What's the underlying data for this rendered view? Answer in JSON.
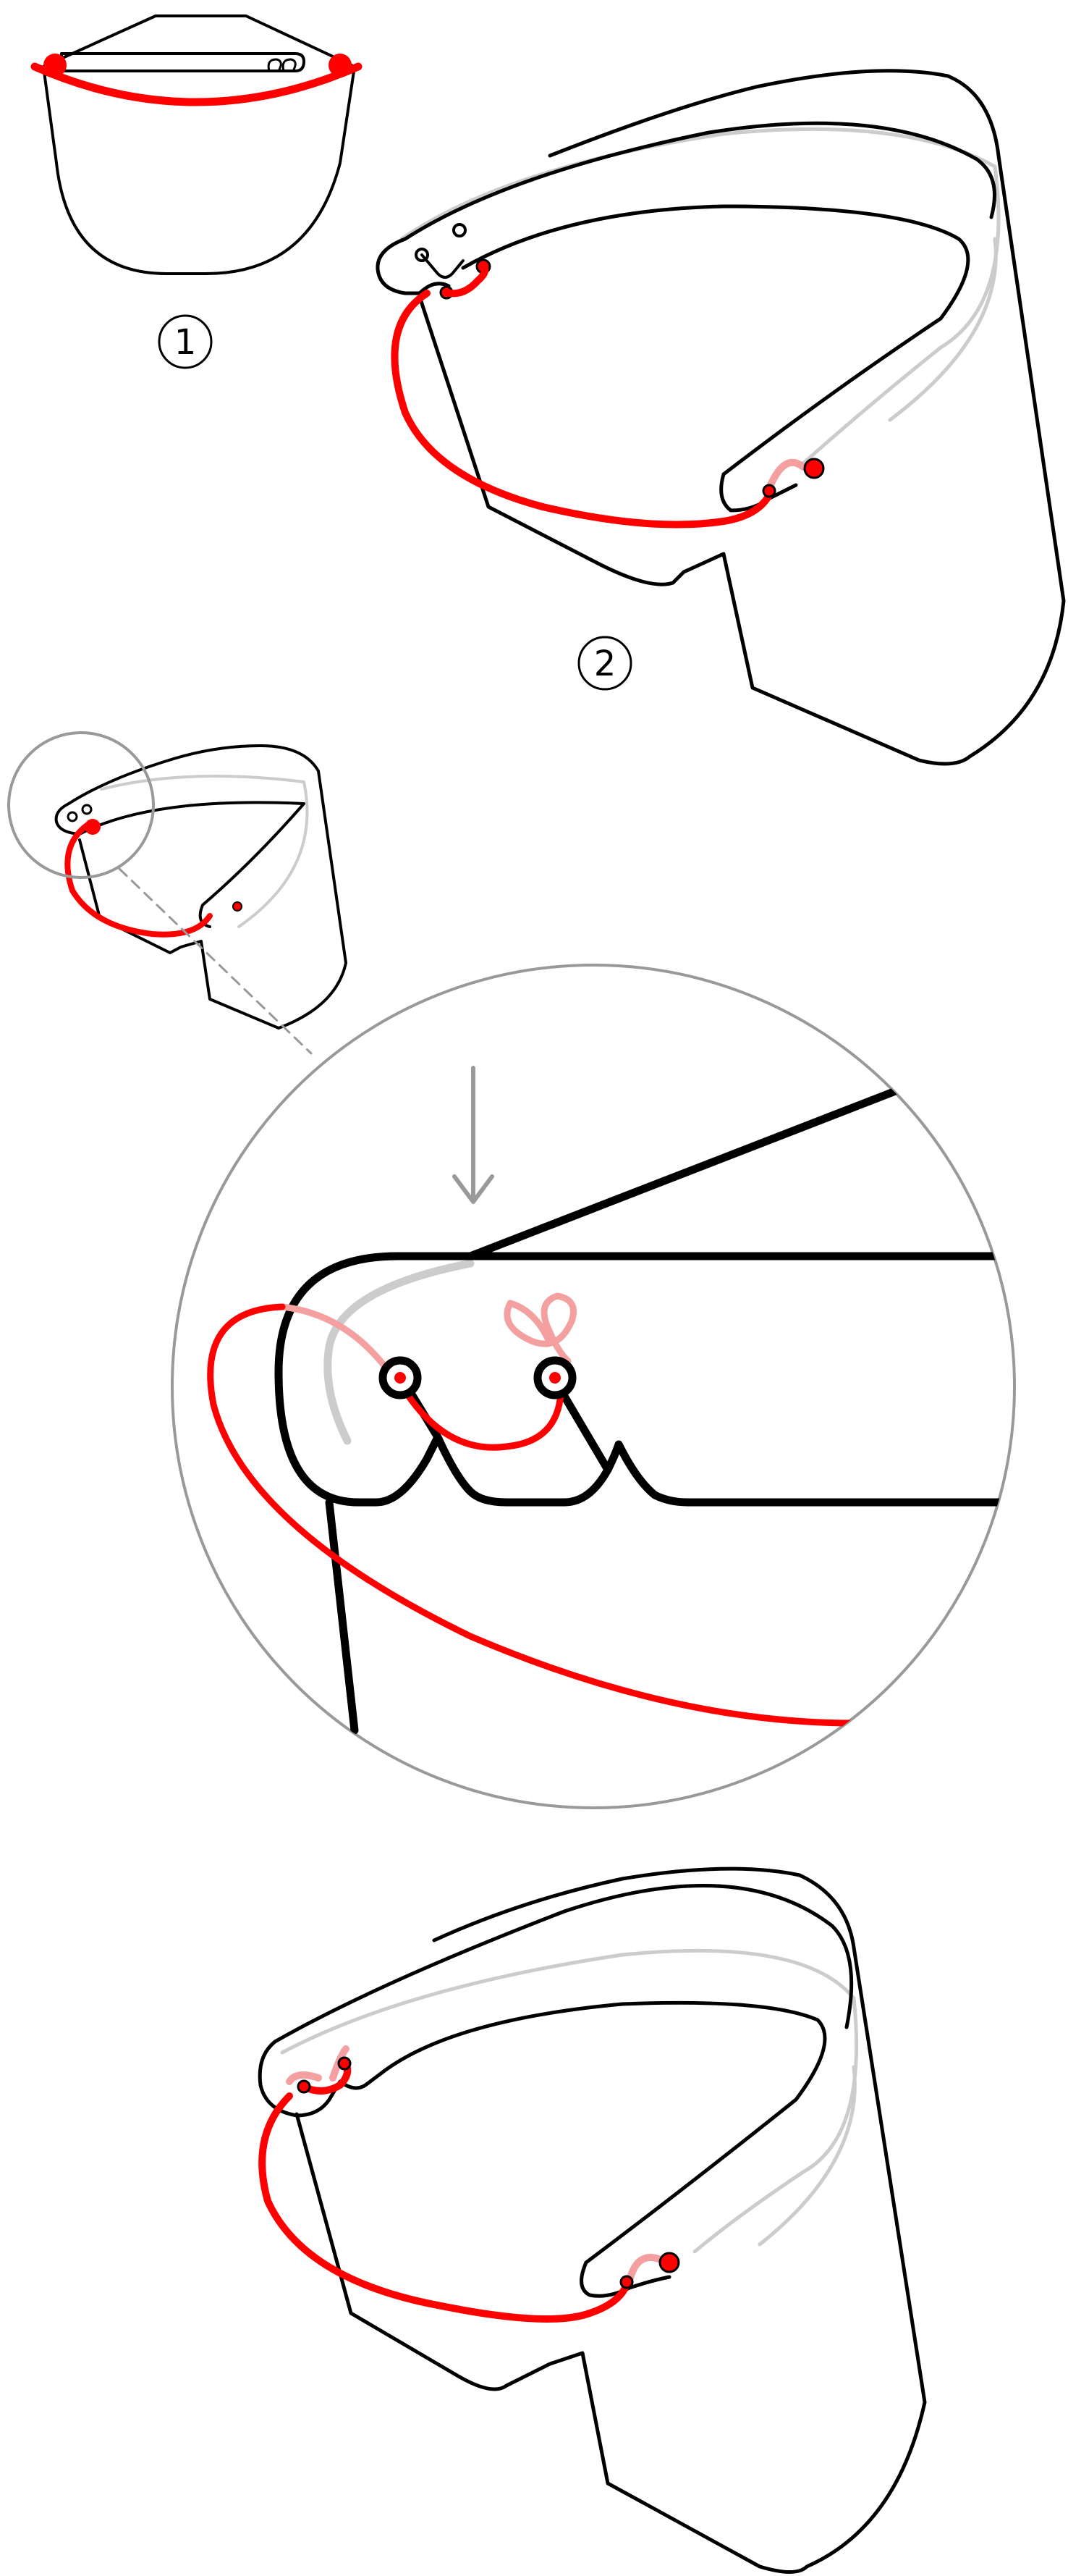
{
  "steps": [
    {
      "label": "1"
    },
    {
      "label": "2"
    }
  ],
  "colors": {
    "outline": "#000000",
    "elastic_band": "#ff0000",
    "elastic_band_faded": "#f5a0a0",
    "rear_outline": "#cccccc",
    "magnifier": "#999999",
    "arrow": "#999999"
  },
  "icons": {
    "step_markers": "circled-number",
    "zoom_indicator": "magnifier-circle",
    "direction": "down-arrow"
  }
}
